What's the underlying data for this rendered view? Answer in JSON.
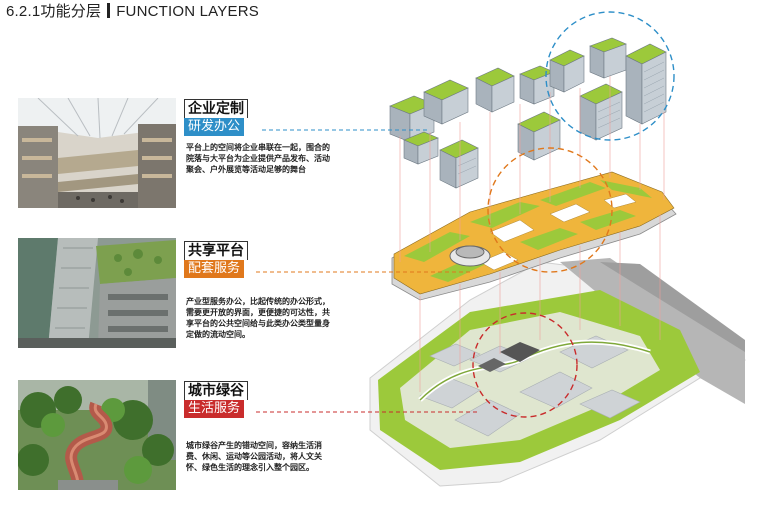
{
  "title": {
    "number": "6.2.1",
    "cn": "功能分层",
    "en": "FUNCTION LAYERS"
  },
  "layers": [
    {
      "name": "企业定制",
      "label": "研发办公",
      "accent": "#2e8fc8",
      "desc": "平台上的空间将企业串联在一起，围合的院落与大平台为企业提供产品发布、活动聚会、户外展览等活动足够的舞台"
    },
    {
      "name": "共享平台",
      "label": "配套服务",
      "accent": "#e0781c",
      "desc": "产业型服务办公，比起传统的办公形式，需要更开放的界面，更便捷的可达性，共享平台的公共空间给与此类办公类型量身定做的流动空间。"
    },
    {
      "name": "城市绿谷",
      "label": "生活服务",
      "accent": "#c92c2c",
      "desc": "城市绿谷产生的错动空间，容纳生活消费、休闲、运动等公园活动，将人文关怀、绿色生活的理念引入整个园区。"
    }
  ],
  "colors": {
    "green": "#9cc93b",
    "orange": "#efb53c",
    "building": "#c7cfd6",
    "red": "#c92c2c",
    "blue": "#2e8fc8"
  }
}
